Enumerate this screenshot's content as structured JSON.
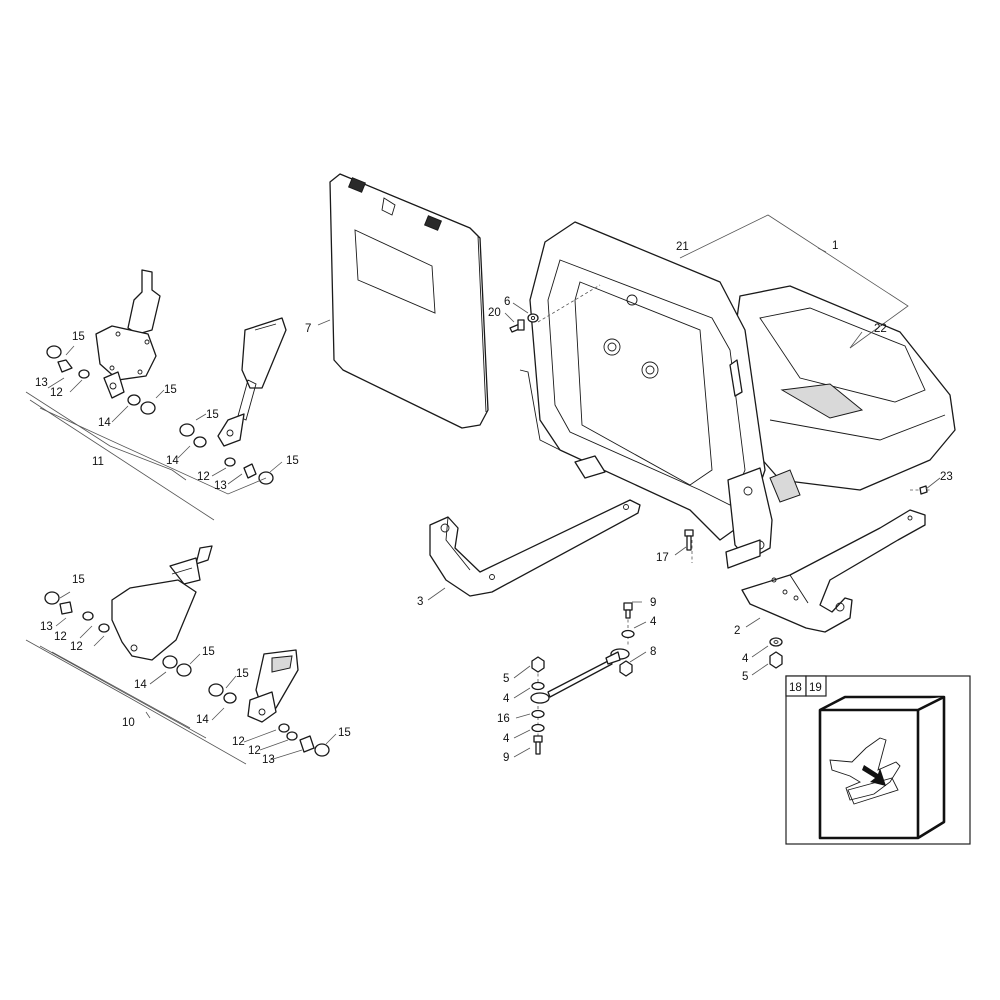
{
  "diagram": {
    "callouts": {
      "c1": "1",
      "c21": "21",
      "c22": "22",
      "c7": "7",
      "c6": "6",
      "c20": "20",
      "c23": "23",
      "c17": "17",
      "c3": "3",
      "c2": "2",
      "c4a": "4",
      "c5a": "5",
      "c9a": "9",
      "c4b": "4",
      "c8": "8",
      "c5b": "5",
      "c4c": "4",
      "c16": "16",
      "c4d": "4",
      "c9b": "9",
      "c11": "11",
      "u15a": "15",
      "u13a": "13",
      "u12a": "12",
      "u15b": "15",
      "u14a": "14",
      "u15c": "15",
      "u14b": "14",
      "u12b": "12",
      "u13b": "13",
      "u15d": "15",
      "c10": "10",
      "l15a": "15",
      "l13a": "13",
      "l12a": "12",
      "l12b": "12",
      "l15b": "15",
      "l14a": "14",
      "l15c": "15",
      "l14b": "14",
      "l12c": "12",
      "l12d": "12",
      "l13b": "13",
      "l15d": "15"
    },
    "inset": {
      "label_a": "18",
      "label_b": "19"
    }
  }
}
